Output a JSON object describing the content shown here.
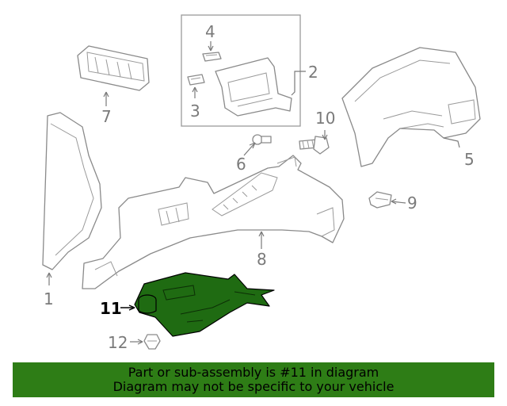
{
  "diagram": {
    "callouts": {
      "c1": "1",
      "c2": "2",
      "c3": "3",
      "c4": "4",
      "c5": "5",
      "c6": "6",
      "c7": "7",
      "c8": "8",
      "c9": "9",
      "c10": "10",
      "c11": "11",
      "c12": "12"
    },
    "highlighted_part": "11",
    "highlight_color": "#1f6b12"
  },
  "banner": {
    "line1": "Part or sub-assembly is #11 in diagram",
    "line2": "Diagram may not be specific to your vehicle",
    "background": "#2e7d16"
  }
}
